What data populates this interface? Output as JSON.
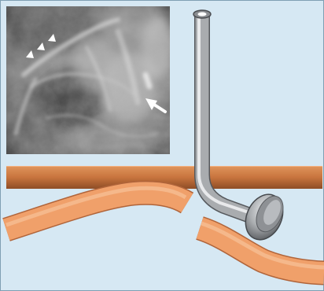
{
  "figure": {
    "background_color": "#d6e8f3",
    "border_color": "#7f9fb3",
    "xray_panel": {
      "content": "radiograph",
      "arrowhead_markers": 3,
      "arrow_markers": 1,
      "marker_color": "#ffffff"
    },
    "illustration": {
      "device_shape": "hooked catheter with terminal disc",
      "device_color": "#a9acaf",
      "band_color": "#c8743e",
      "vessel_color": "#f0a06a",
      "vessel_state": "interrupted"
    }
  }
}
